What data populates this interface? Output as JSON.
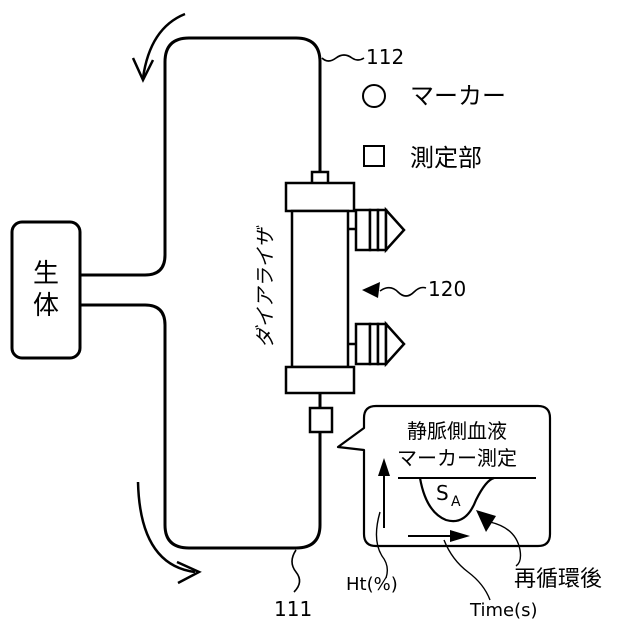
{
  "labels": {
    "body": "生体",
    "dialyzer": "ダイアライザ",
    "ref_circuit_top": "112",
    "ref_circuit_bottom": "111",
    "ref_dialyzer": "120",
    "marker": "マーカー",
    "measurement_unit": "測定部"
  },
  "callout": {
    "title_line1": "静脈側血液",
    "title_line2": "マーカー測定",
    "area_symbol": "S",
    "area_subscript": "A",
    "y_axis": "Ht(%)",
    "x_axis": "Time(s)",
    "after_recirculation": "再循環後"
  }
}
